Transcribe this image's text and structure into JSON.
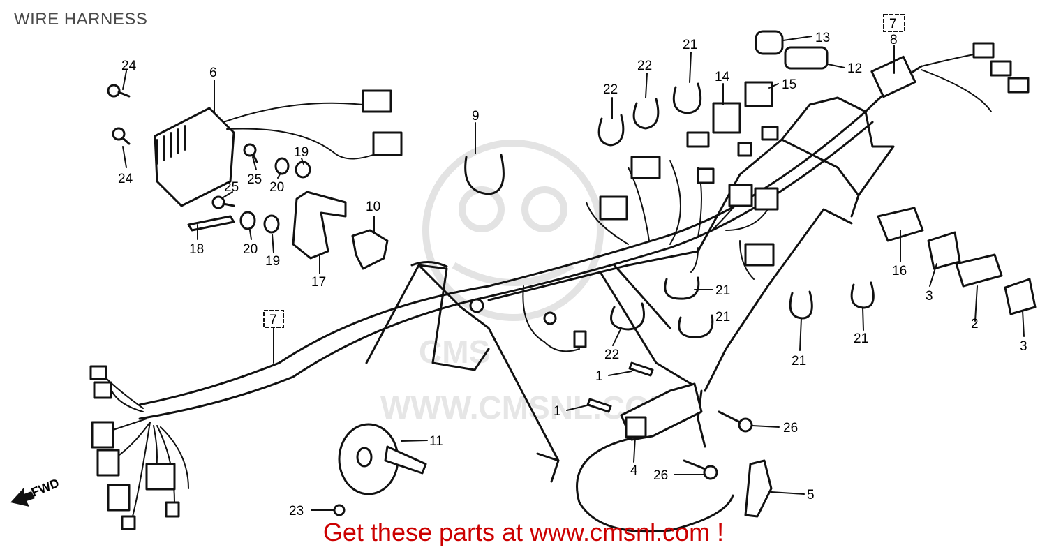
{
  "title": "WIRE HARNESS",
  "footer": "Get these parts at www.cmsnl.com !",
  "watermark": {
    "text": "WWW.CMSNL.COM",
    "logo": "CMS",
    "color": "#e3e3e3"
  },
  "colors": {
    "line": "#111111",
    "footer": "#cc0000",
    "title": "#4a4a4a"
  },
  "fwd_label": "FWD",
  "callouts": [
    {
      "id": "c1a",
      "label": "1"
    },
    {
      "id": "c1b",
      "label": "1"
    },
    {
      "id": "c2",
      "label": "2"
    },
    {
      "id": "c3a",
      "label": "3"
    },
    {
      "id": "c3b",
      "label": "3"
    },
    {
      "id": "c4",
      "label": "4"
    },
    {
      "id": "c5",
      "label": "5"
    },
    {
      "id": "c6",
      "label": "6"
    },
    {
      "id": "c7a",
      "label": "7"
    },
    {
      "id": "c7b",
      "label": "7"
    },
    {
      "id": "c8",
      "label": "8"
    },
    {
      "id": "c9",
      "label": "9"
    },
    {
      "id": "c10",
      "label": "10"
    },
    {
      "id": "c11",
      "label": "11"
    },
    {
      "id": "c12",
      "label": "12"
    },
    {
      "id": "c13",
      "label": "13"
    },
    {
      "id": "c14",
      "label": "14"
    },
    {
      "id": "c15",
      "label": "15"
    },
    {
      "id": "c16",
      "label": "16"
    },
    {
      "id": "c17",
      "label": "17"
    },
    {
      "id": "c18",
      "label": "18"
    },
    {
      "id": "c19a",
      "label": "19"
    },
    {
      "id": "c19b",
      "label": "19"
    },
    {
      "id": "c20a",
      "label": "20"
    },
    {
      "id": "c20b",
      "label": "20"
    },
    {
      "id": "c21a",
      "label": "21"
    },
    {
      "id": "c21b",
      "label": "21"
    },
    {
      "id": "c21c",
      "label": "21"
    },
    {
      "id": "c21d",
      "label": "21"
    },
    {
      "id": "c21e",
      "label": "21"
    },
    {
      "id": "c22a",
      "label": "22"
    },
    {
      "id": "c22b",
      "label": "22"
    },
    {
      "id": "c22c",
      "label": "22"
    },
    {
      "id": "c23",
      "label": "23"
    },
    {
      "id": "c24a",
      "label": "24"
    },
    {
      "id": "c24b",
      "label": "24"
    },
    {
      "id": "c25a",
      "label": "25"
    },
    {
      "id": "c25b",
      "label": "25"
    },
    {
      "id": "c26a",
      "label": "26"
    },
    {
      "id": "c26b",
      "label": "26"
    }
  ]
}
